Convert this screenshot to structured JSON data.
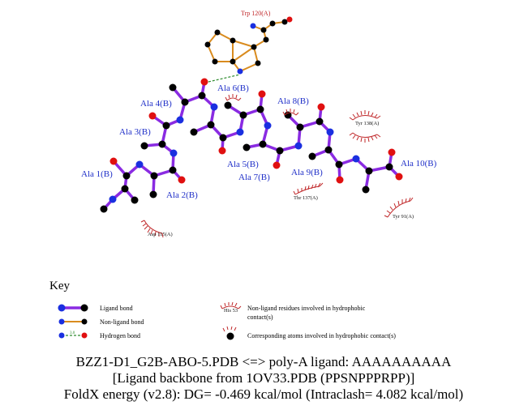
{
  "residue_labels": {
    "trp120": "Trp 120(A)",
    "ala6": "Ala 6(B)",
    "ala4": "Ala 4(B)",
    "ala8": "Ala 8(B)",
    "ala3": "Ala 3(B)",
    "ala1": "Ala 1(B)",
    "ala2": "Ala 2(B)",
    "ala5": "Ala 5(B)",
    "ala7": "Ala 7(B)",
    "ala9": "Ala 9(B)",
    "ala10": "Ala 10(B)",
    "tyr138": "Tyr 138(A)",
    "thr137": "Thr 137(A)",
    "tyr91": "Tyr 91(A)",
    "asp115": "Asp 115(A)"
  },
  "key": {
    "title": "Key",
    "ligand_bond": "Ligand bond",
    "nonligand_bond": "Non-ligand bond",
    "hydrogen_bond": "Hydrogen bond",
    "hbond_dist": "3.0",
    "his_example": "His 53",
    "nonligand_residues_1": "Non-ligand residues involved in hydrophobic",
    "nonligand_residues_2": "contact(s)",
    "corresponding_atoms": "Corresponding atoms involved in hydrophobic contact(s)"
  },
  "caption": {
    "line1": "BZZ1-D1_G2B-ABO-5.PDB <=> poly-A ligand: AAAAAAAAAA",
    "line2": "[Ligand backbone from 1OV33.PDB (PPSNPPPRPP)]",
    "line3": "FoldX energy (v2.8): DG= -0.469 kcal/mol (Intraclash= 4.082 kcal/mol)"
  },
  "colors": {
    "ligand_bond": "#8a2be2",
    "nonligand_bond": "#d98b1e",
    "carbon": "#000000",
    "nitrogen": "#1a2fe0",
    "oxygen": "#e01010",
    "hbond": "#2e8b2e",
    "hydrophobic": "#c0282a",
    "label": "#1f2fc8"
  }
}
